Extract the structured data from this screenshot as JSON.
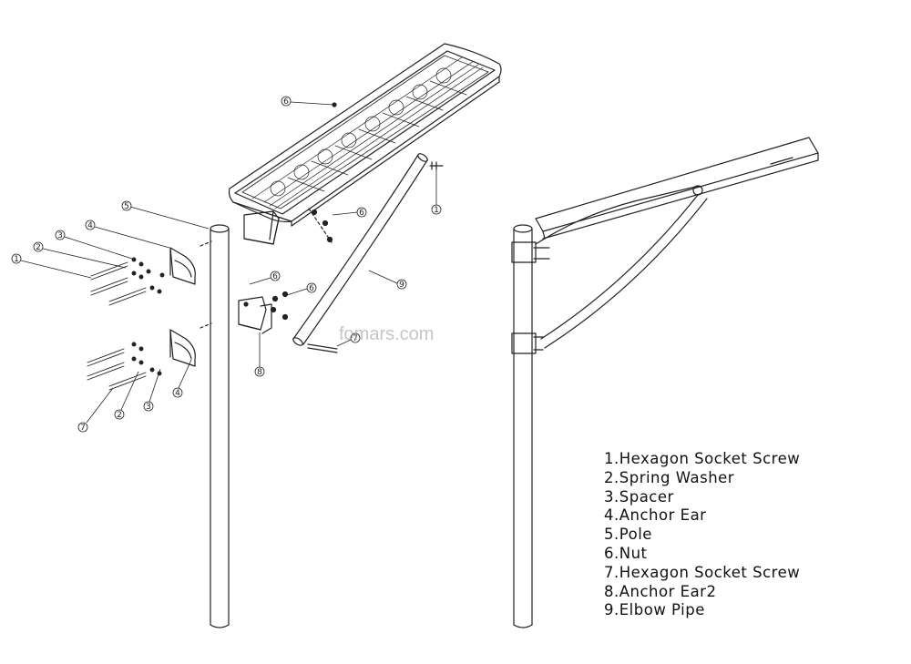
{
  "legend": {
    "items": [
      "1.Hexagon Socket Screw",
      "2.Spring Washer",
      "3.Spacer",
      "4.Anchor Ear",
      "5.Pole",
      "6.Nut",
      "7.Hexagon Socket Screw",
      "8.Anchor Ear2",
      "9.Elbow Pipe"
    ]
  },
  "callouts": {
    "c5_pole": "5",
    "c4_top": "4",
    "c3_top": "3",
    "c2_top": "2",
    "c1_top": "1",
    "c6_panel": "6",
    "c6_bracket": "6",
    "c1_arm": "1",
    "c9_elbow": "9",
    "c6_ear2_a": "6",
    "c6_ear2_b": "6",
    "c8_ear2": "8",
    "c7_elbow": "7",
    "c7_bottom": "7",
    "c2_bottom": "2",
    "c3_bottom": "3",
    "c4_bottom": "4"
  },
  "watermark": "fomars.com",
  "colors": {
    "line": "#222222",
    "background": "#ffffff"
  }
}
